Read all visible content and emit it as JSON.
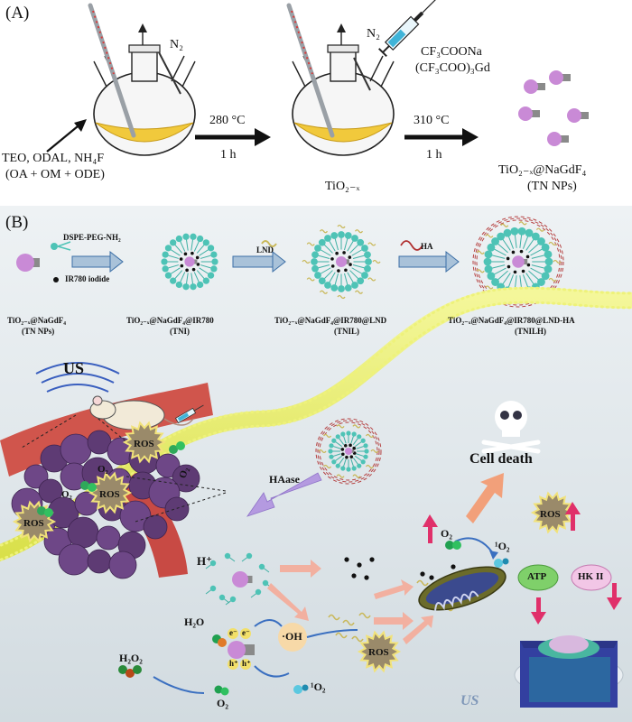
{
  "panel_a": {
    "label": "(A)",
    "reagents_line1": "TEO, ODAL, NH₄F",
    "reagents_line2": "(OA + OM + ODE)",
    "n2_1": "N₂",
    "n2_2": "N₂",
    "step1_temp": "280 °C",
    "step1_time": "1 h",
    "intermediate": "TiO₂₋ₓ",
    "added_1": "CF₃COONa",
    "added_2": "(CF₃COO)₃Gd",
    "step2_temp": "310 °C",
    "step2_time": "1 h",
    "product_line1": "TiO₂₋ₓ@NaGdF₄",
    "product_line2": "(TN NPs)"
  },
  "panel_b": {
    "label": "(B)",
    "dspe": "DSPE-PEG-NH₂",
    "ir780": "IR780 iodide",
    "lnd": "LND",
    "ha": "HA",
    "stage1_line1": "TiO₂₋ₓ@NaGdF₄",
    "stage1_line2": "(TN NPs)",
    "stage2_line1": "TiO₂₋ₓ@NaGdF₄@IR780",
    "stage2_line2": "(TNI)",
    "stage3_line1": "TiO₂₋ₓ@NaGdF₄@IR780@LND",
    "stage3_line2": "(TNIL)",
    "stage4_line1": "TiO₂₋ₓ@NaGdF₄@IR780@LND-HA",
    "stage4_line2": "(TNILH)",
    "us": "US",
    "us_watermark": "US",
    "ros": "ROS",
    "o2": "O₂",
    "haase": "HAase",
    "cell_death": "Cell death",
    "h_plus": "H⁺",
    "h2o": "H₂O",
    "h2o2": "H₂O₂",
    "e_minus": "e⁻",
    "h_hole": "h⁺",
    "oh_radical": "·OH",
    "singlet_o2": "¹O₂",
    "atp": "ATP",
    "hk2": "HK II"
  },
  "colors": {
    "arrow_black": "#111111",
    "nanoparticle": "#c98ad6",
    "peg_bead": "#4ec3b6",
    "lnd_yellow": "#c9b85a",
    "ha_red": "#b03030",
    "membrane_yellow": "#e8ef6a",
    "tumor_purple": "#5e3b74",
    "ros_yellow": "#f1e27a",
    "up_arrow_red": "#e0306a",
    "haase_arrow": "#b49ae0"
  }
}
